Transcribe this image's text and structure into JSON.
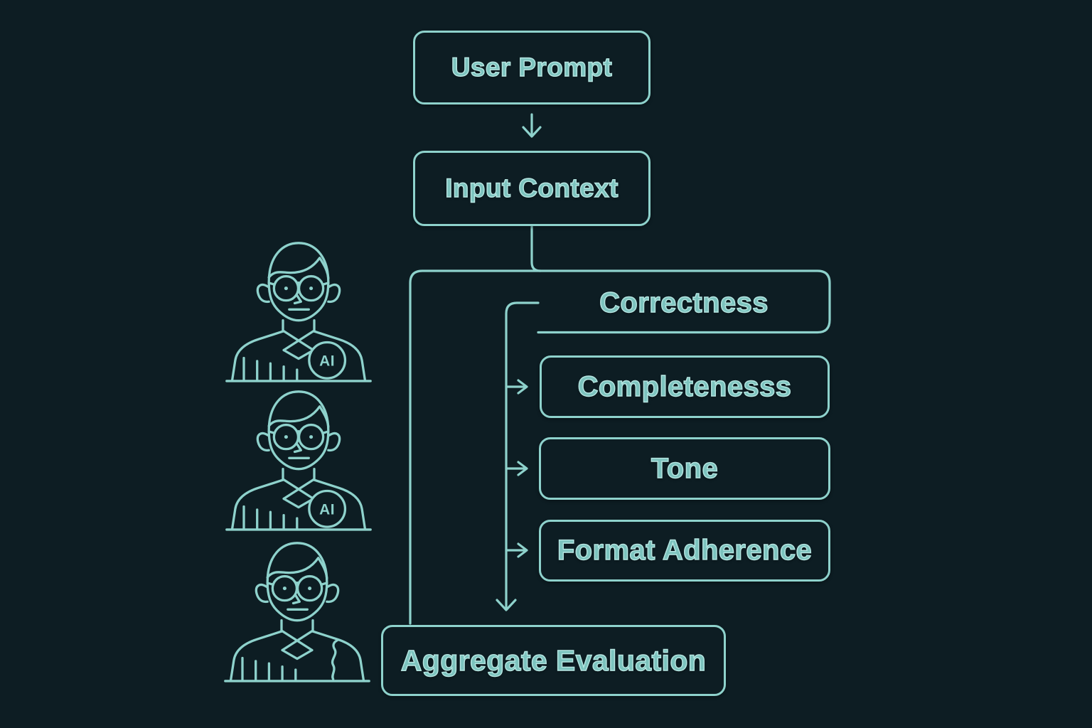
{
  "nodes": {
    "user_prompt": {
      "label": "User Prompt"
    },
    "input_context": {
      "label": "Input Context"
    },
    "correctness": {
      "label": "Correctness"
    },
    "completeness": {
      "label": "Completenesss"
    },
    "tone": {
      "label": "Tone"
    },
    "format_adherence": {
      "label": "Format Adherence"
    },
    "aggregate_evaluation": {
      "label": "Aggregate Evaluation"
    }
  },
  "judges": {
    "badge_label": "AI",
    "items": [
      {
        "name": "ai-judge-1",
        "type": "ai"
      },
      {
        "name": "ai-judge-2",
        "type": "ai"
      },
      {
        "name": "human-judge",
        "type": "human"
      }
    ]
  },
  "colors": {
    "background": "#0d1d23",
    "stroke": "#8ed2cc",
    "text_fill": "#7cc3be",
    "text_highlight": "#b7e6e2"
  }
}
